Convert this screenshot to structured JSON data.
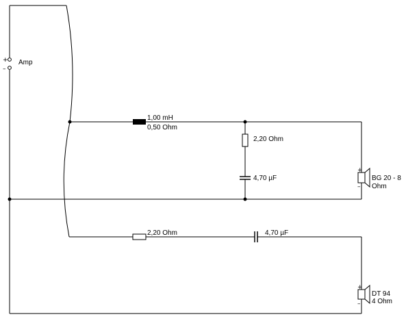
{
  "amp": {
    "label": "Amp",
    "plus": "+",
    "minus": "–"
  },
  "woofer_branch": {
    "inductor": {
      "value": "1,00 mH",
      "resistance": "0,50 Ohm"
    },
    "zobel_resistor": {
      "value": "2,20 Ohm"
    },
    "zobel_capacitor": {
      "value": "4,70 µF"
    },
    "speaker": {
      "name_line1": "BG 20 - 8",
      "name_line2": "Ohm",
      "plus": "+",
      "minus": "–"
    }
  },
  "tweeter_branch": {
    "resistor": {
      "value": "2,20 Ohm"
    },
    "capacitor": {
      "value": "4,70 µF"
    },
    "speaker": {
      "name_line1": "DT 94",
      "name_line2": "4 Ohm",
      "plus": "+",
      "minus": "–"
    }
  }
}
